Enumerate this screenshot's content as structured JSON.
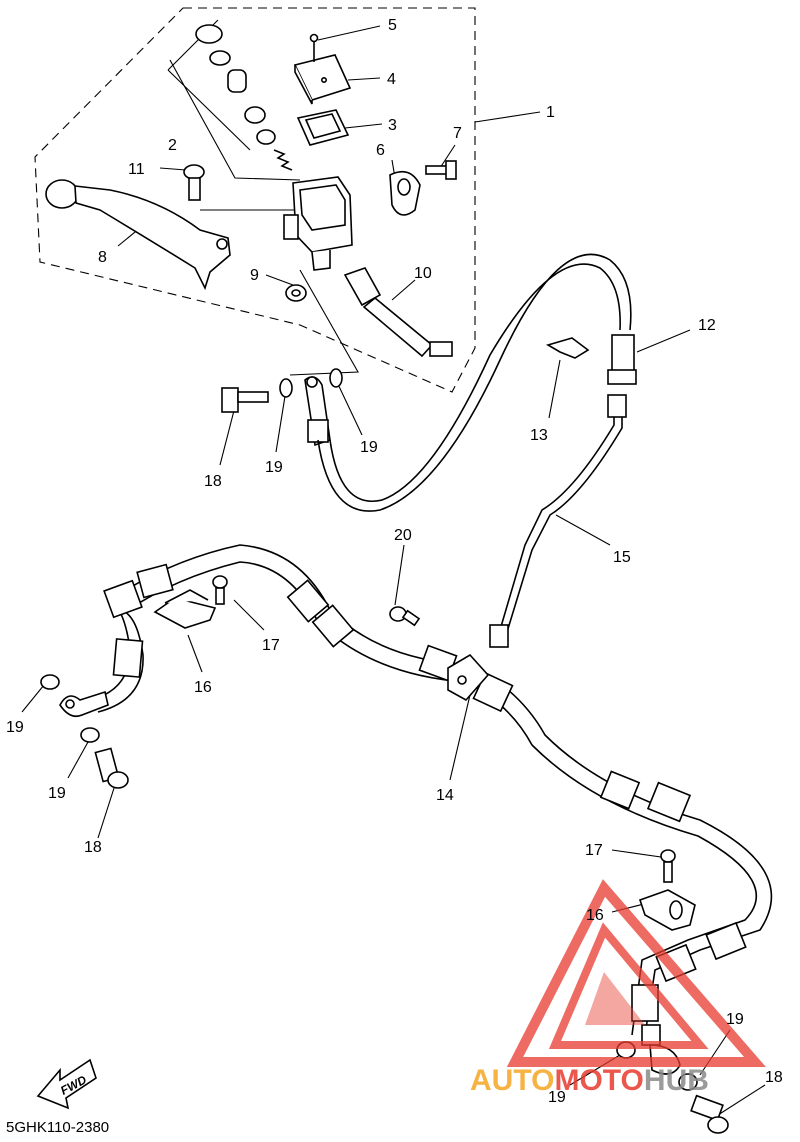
{
  "part_labels": {
    "p1": "1",
    "p2": "2",
    "p3": "3",
    "p4": "4",
    "p5": "5",
    "p6": "6",
    "p7": "7",
    "p8": "8",
    "p9": "9",
    "p10": "10",
    "p11": "11",
    "p12": "12",
    "p13": "13",
    "p14": "14",
    "p15": "15",
    "p16a": "16",
    "p16b": "16",
    "p17a": "17",
    "p17b": "17",
    "p18a": "18",
    "p18b": "18",
    "p18c": "18",
    "p19a": "19",
    "p19b": "19",
    "p19c": "19",
    "p19d": "19",
    "p19e": "19",
    "p19f": "19",
    "p20": "20"
  },
  "fwd_label": "FWD",
  "diagram_code": "5GHK110-2380",
  "watermark": {
    "brand_part1": "AUTO",
    "brand_part2": "MOTO",
    "brand_part3": "HUB"
  },
  "colors": {
    "line": "#000000",
    "watermark_red": "#e83a2e",
    "watermark_orange": "#f5a623",
    "watermark_gray": "#8a8a8a"
  }
}
